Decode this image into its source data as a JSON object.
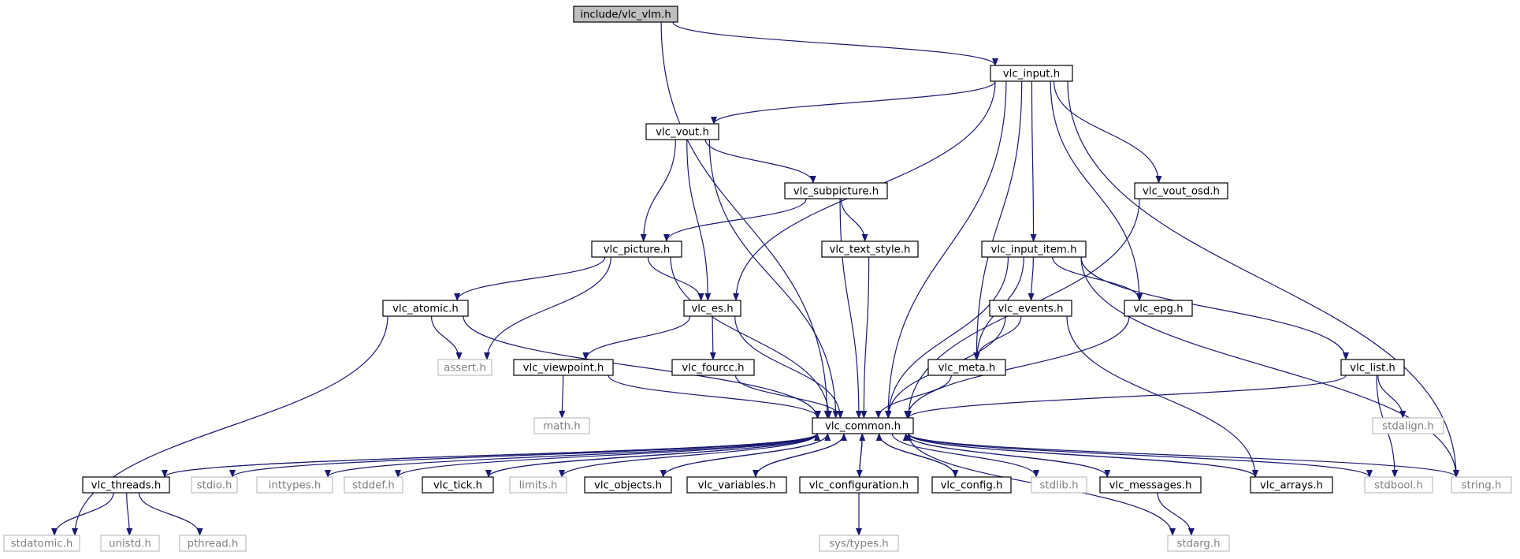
{
  "colors": {
    "edge": "#191970",
    "root_fill": "#bfbfbf",
    "normal_border": "#000000",
    "system_border": "#bfbfbf",
    "system_text": "#7f7f7f"
  },
  "nodes": [
    {
      "id": "vlc_vlm",
      "label": "include/vlc_vlm.h",
      "kind": "root"
    },
    {
      "id": "vlc_input",
      "label": "vlc_input.h",
      "kind": "normal"
    },
    {
      "id": "vlc_vout",
      "label": "vlc_vout.h",
      "kind": "normal"
    },
    {
      "id": "vlc_subpicture",
      "label": "vlc_subpicture.h",
      "kind": "normal"
    },
    {
      "id": "vlc_vout_osd",
      "label": "vlc_vout_osd.h",
      "kind": "normal"
    },
    {
      "id": "vlc_picture",
      "label": "vlc_picture.h",
      "kind": "normal"
    },
    {
      "id": "vlc_text_style",
      "label": "vlc_text_style.h",
      "kind": "normal"
    },
    {
      "id": "vlc_input_item",
      "label": "vlc_input_item.h",
      "kind": "normal"
    },
    {
      "id": "vlc_atomic",
      "label": "vlc_atomic.h",
      "kind": "normal"
    },
    {
      "id": "vlc_es",
      "label": "vlc_es.h",
      "kind": "normal"
    },
    {
      "id": "vlc_events",
      "label": "vlc_events.h",
      "kind": "normal"
    },
    {
      "id": "vlc_epg",
      "label": "vlc_epg.h",
      "kind": "normal"
    },
    {
      "id": "assert",
      "label": "assert.h",
      "kind": "system"
    },
    {
      "id": "vlc_viewpoint",
      "label": "vlc_viewpoint.h",
      "kind": "normal"
    },
    {
      "id": "vlc_fourcc",
      "label": "vlc_fourcc.h",
      "kind": "normal"
    },
    {
      "id": "vlc_meta",
      "label": "vlc_meta.h",
      "kind": "normal"
    },
    {
      "id": "vlc_list",
      "label": "vlc_list.h",
      "kind": "normal"
    },
    {
      "id": "math",
      "label": "math.h",
      "kind": "system"
    },
    {
      "id": "vlc_common",
      "label": "vlc_common.h",
      "kind": "normal"
    },
    {
      "id": "stdalign",
      "label": "stdalign.h",
      "kind": "system"
    },
    {
      "id": "vlc_threads",
      "label": "vlc_threads.h",
      "kind": "normal"
    },
    {
      "id": "stdio",
      "label": "stdio.h",
      "kind": "system"
    },
    {
      "id": "inttypes",
      "label": "inttypes.h",
      "kind": "system"
    },
    {
      "id": "stddef",
      "label": "stddef.h",
      "kind": "system"
    },
    {
      "id": "vlc_tick",
      "label": "vlc_tick.h",
      "kind": "normal"
    },
    {
      "id": "limits",
      "label": "limits.h",
      "kind": "system"
    },
    {
      "id": "vlc_objects",
      "label": "vlc_objects.h",
      "kind": "normal"
    },
    {
      "id": "vlc_variables",
      "label": "vlc_variables.h",
      "kind": "normal"
    },
    {
      "id": "vlc_configuration",
      "label": "vlc_configuration.h",
      "kind": "normal"
    },
    {
      "id": "vlc_config",
      "label": "vlc_config.h",
      "kind": "normal"
    },
    {
      "id": "stdlib",
      "label": "stdlib.h",
      "kind": "system"
    },
    {
      "id": "vlc_messages",
      "label": "vlc_messages.h",
      "kind": "normal"
    },
    {
      "id": "vlc_arrays",
      "label": "vlc_arrays.h",
      "kind": "normal"
    },
    {
      "id": "stdbool",
      "label": "stdbool.h",
      "kind": "system"
    },
    {
      "id": "string",
      "label": "string.h",
      "kind": "system"
    },
    {
      "id": "stdatomic",
      "label": "stdatomic.h",
      "kind": "system"
    },
    {
      "id": "unistd",
      "label": "unistd.h",
      "kind": "system"
    },
    {
      "id": "pthread",
      "label": "pthread.h",
      "kind": "system"
    },
    {
      "id": "sys_types",
      "label": "sys/types.h",
      "kind": "system"
    },
    {
      "id": "stdarg",
      "label": "stdarg.h",
      "kind": "system"
    }
  ],
  "edges": [
    [
      "vlc_vlm",
      "vlc_input"
    ],
    [
      "vlc_vlm",
      "vlc_common"
    ],
    [
      "vlc_input",
      "vlc_vout"
    ],
    [
      "vlc_input",
      "vlc_es"
    ],
    [
      "vlc_input",
      "vlc_meta"
    ],
    [
      "vlc_input",
      "vlc_input_item"
    ],
    [
      "vlc_input",
      "vlc_epg"
    ],
    [
      "vlc_input",
      "vlc_vout_osd"
    ],
    [
      "vlc_input",
      "vlc_common"
    ],
    [
      "vlc_input",
      "string"
    ],
    [
      "vlc_vout",
      "vlc_common"
    ],
    [
      "vlc_vout",
      "vlc_picture"
    ],
    [
      "vlc_vout",
      "vlc_es"
    ],
    [
      "vlc_vout",
      "vlc_subpicture"
    ],
    [
      "vlc_subpicture",
      "vlc_picture"
    ],
    [
      "vlc_subpicture",
      "vlc_text_style"
    ],
    [
      "vlc_subpicture",
      "vlc_common"
    ],
    [
      "vlc_text_style",
      "vlc_common"
    ],
    [
      "vlc_picture",
      "vlc_atomic"
    ],
    [
      "vlc_picture",
      "assert"
    ],
    [
      "vlc_picture",
      "vlc_es"
    ],
    [
      "vlc_picture",
      "vlc_common"
    ],
    [
      "vlc_atomic",
      "assert"
    ],
    [
      "vlc_atomic",
      "vlc_common"
    ],
    [
      "vlc_atomic",
      "stdatomic"
    ],
    [
      "vlc_es",
      "vlc_viewpoint"
    ],
    [
      "vlc_es",
      "vlc_fourcc"
    ],
    [
      "vlc_es",
      "vlc_common"
    ],
    [
      "vlc_viewpoint",
      "math"
    ],
    [
      "vlc_viewpoint",
      "vlc_common"
    ],
    [
      "vlc_fourcc",
      "vlc_common"
    ],
    [
      "vlc_vout_osd",
      "vlc_common"
    ],
    [
      "vlc_input_item",
      "vlc_events"
    ],
    [
      "vlc_input_item",
      "vlc_epg"
    ],
    [
      "vlc_input_item",
      "vlc_meta"
    ],
    [
      "vlc_input_item",
      "vlc_list"
    ],
    [
      "vlc_input_item",
      "vlc_common"
    ],
    [
      "vlc_input_item",
      "string"
    ],
    [
      "vlc_events",
      "vlc_meta"
    ],
    [
      "vlc_events",
      "vlc_common"
    ],
    [
      "vlc_events",
      "vlc_arrays"
    ],
    [
      "vlc_epg",
      "vlc_common"
    ],
    [
      "vlc_meta",
      "vlc_common"
    ],
    [
      "vlc_list",
      "stdalign"
    ],
    [
      "vlc_list",
      "stdbool"
    ],
    [
      "vlc_list",
      "vlc_common"
    ],
    [
      "vlc_common",
      "vlc_threads"
    ],
    [
      "vlc_common",
      "stdio"
    ],
    [
      "vlc_common",
      "inttypes"
    ],
    [
      "vlc_common",
      "stddef"
    ],
    [
      "vlc_common",
      "vlc_tick"
    ],
    [
      "vlc_common",
      "limits"
    ],
    [
      "vlc_common",
      "vlc_objects"
    ],
    [
      "vlc_common",
      "vlc_variables"
    ],
    [
      "vlc_common",
      "vlc_configuration"
    ],
    [
      "vlc_common",
      "vlc_config"
    ],
    [
      "vlc_common",
      "stdlib"
    ],
    [
      "vlc_common",
      "vlc_messages"
    ],
    [
      "vlc_common",
      "vlc_arrays"
    ],
    [
      "vlc_common",
      "stdbool"
    ],
    [
      "vlc_common",
      "string"
    ],
    [
      "vlc_common",
      "stdarg"
    ],
    [
      "vlc_threads",
      "vlc_common"
    ],
    [
      "vlc_threads",
      "stdatomic"
    ],
    [
      "vlc_threads",
      "unistd"
    ],
    [
      "vlc_threads",
      "pthread"
    ],
    [
      "vlc_tick",
      "vlc_common"
    ],
    [
      "vlc_objects",
      "vlc_common"
    ],
    [
      "vlc_variables",
      "vlc_common"
    ],
    [
      "vlc_configuration",
      "vlc_common"
    ],
    [
      "vlc_configuration",
      "sys_types"
    ],
    [
      "vlc_config",
      "vlc_common"
    ],
    [
      "vlc_messages",
      "vlc_common"
    ],
    [
      "vlc_messages",
      "stdarg"
    ],
    [
      "vlc_arrays",
      "vlc_common"
    ]
  ]
}
